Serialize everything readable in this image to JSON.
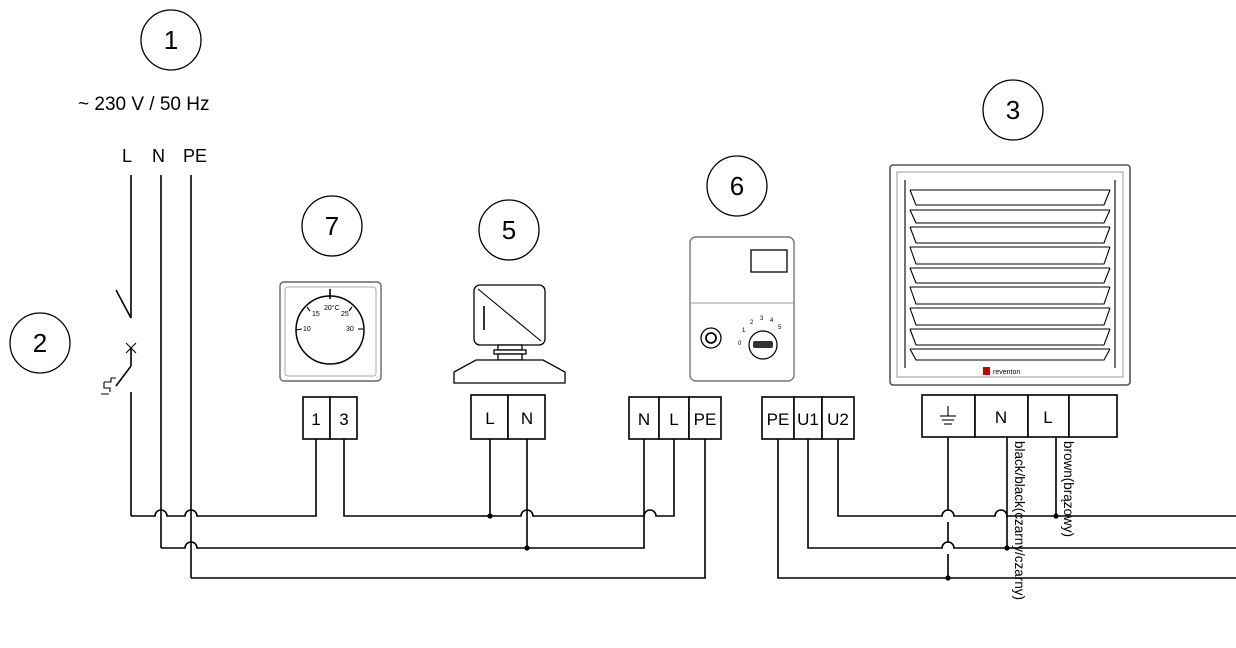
{
  "supply": {
    "voltage_label": "~ 230 V / 50 Hz",
    "conductors": [
      "L",
      "N",
      "PE"
    ]
  },
  "callouts": {
    "supply": "1",
    "switch": "2",
    "heater": "3",
    "actuator": "5",
    "controller": "6",
    "thermostat": "7"
  },
  "thermostat_scale": [
    "10",
    "15",
    "20°C",
    "25",
    "30"
  ],
  "controller_scale": [
    "0",
    "1",
    "2",
    "3",
    "4",
    "5"
  ],
  "terminals": {
    "thermostat": [
      "1",
      "3"
    ],
    "actuator": [
      "L",
      "N"
    ],
    "controller_in": [
      "N",
      "L",
      "PE"
    ],
    "controller_out": [
      "PE",
      "U1",
      "U2"
    ],
    "heater": [
      "",
      "N",
      "L",
      ""
    ]
  },
  "wire_labels": {
    "black": "black/black(czarny/czarny)",
    "brown": "brown(brązowy)"
  },
  "brand": "reventon"
}
